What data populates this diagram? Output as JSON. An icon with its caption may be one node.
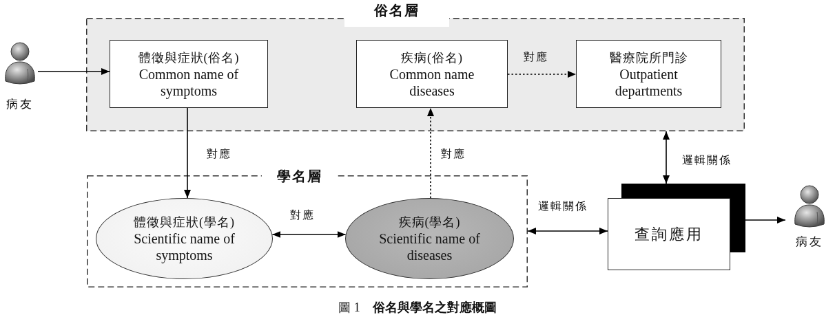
{
  "diagram": {
    "caption": "圖 1　**俗名與學名之對應概圖**",
    "nodes": [
      {
        "text": [],
        "shape": "person",
        "beside": [
          "病友"
        ]
      },
      {
        "text": [
          "俗名層"
        ]
      },
      {
        "text": [
          "體徵與症狀(俗名)",
          "Common name of symptoms"
        ],
        "in": 1
      },
      {
        "text": [
          "疾病(俗名)",
          "Common name diseases"
        ],
        "in": 1
      },
      {
        "text": [
          "醫療院所門診",
          "Outpatient departments"
        ],
        "in": 1
      },
      {
        "text": [
          "學名層"
        ]
      },
      {
        "text": [
          "體徵與症狀(學名)",
          "Scientific name of symptoms"
        ],
        "in": 5
      },
      {
        "text": [
          "疾病(學名)",
          "Scientific name of diseases"
        ],
        "in": 5
      },
      {
        "text": [
          "查詢應用"
        ]
      },
      {
        "text": [],
        "shape": "person",
        "beside": [
          "病友"
        ]
      }
    ],
    "edges": [
      {
        "from": 0,
        "to": 2,
        "arrow": "to"
      },
      {
        "from": 3,
        "to": 4,
        "arrow": "to",
        "label": "對應",
        "style": "dashed"
      },
      {
        "from": 2,
        "to": 6,
        "arrow": "to",
        "label": "對應"
      },
      {
        "from": 7,
        "to": 3,
        "arrow": "to",
        "label": "對應",
        "style": "dashed"
      },
      {
        "from": 6,
        "to": 7,
        "arrow": "both",
        "label": "對應"
      },
      {
        "from": 1,
        "to": 8,
        "arrow": "both",
        "label": "邏輯關係"
      },
      {
        "from": 5,
        "to": 8,
        "arrow": "both",
        "label": "邏輯關係"
      },
      {
        "from": 8,
        "to": 9,
        "arrow": "to"
      }
    ]
  }
}
